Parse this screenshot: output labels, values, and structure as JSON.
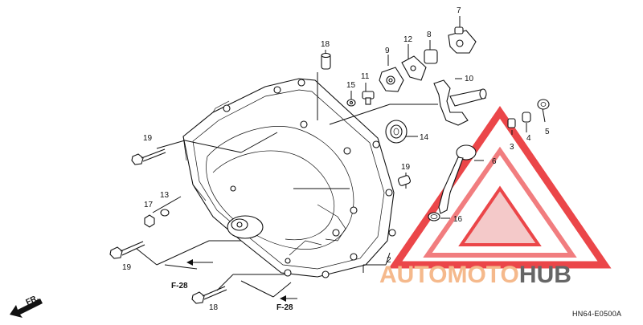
{
  "diagram": {
    "drawing_code": "HN64-E0500A",
    "references": [
      {
        "id": "ref-f28-left",
        "text": "F-28"
      },
      {
        "id": "ref-f28-bottom",
        "text": "F-28"
      },
      {
        "id": "ref-front-arrow",
        "text": "FR."
      }
    ],
    "callouts": [
      {
        "id": "c2",
        "text": "2"
      },
      {
        "id": "c3",
        "text": "3"
      },
      {
        "id": "c4",
        "text": "4"
      },
      {
        "id": "c5",
        "text": "5"
      },
      {
        "id": "c6",
        "text": "6"
      },
      {
        "id": "c7",
        "text": "7"
      },
      {
        "id": "c8",
        "text": "8"
      },
      {
        "id": "c9",
        "text": "9"
      },
      {
        "id": "c10",
        "text": "10"
      },
      {
        "id": "c11",
        "text": "11"
      },
      {
        "id": "c12",
        "text": "12"
      },
      {
        "id": "c13",
        "text": "13"
      },
      {
        "id": "c14",
        "text": "14"
      },
      {
        "id": "c15",
        "text": "15"
      },
      {
        "id": "c16",
        "text": "16"
      },
      {
        "id": "c17",
        "text": "17"
      },
      {
        "id": "c18a",
        "text": "18"
      },
      {
        "id": "c18b",
        "text": "18"
      },
      {
        "id": "c19a",
        "text": "19"
      },
      {
        "id": "c19b",
        "text": "19"
      },
      {
        "id": "c19c",
        "text": "19"
      }
    ]
  },
  "watermark": {
    "brand_first": "AUTOMOTO",
    "brand_second": "HUB",
    "logo_color": "#e8262a",
    "brand_first_color": "#f5b98c",
    "brand_second_color": "#666666"
  }
}
